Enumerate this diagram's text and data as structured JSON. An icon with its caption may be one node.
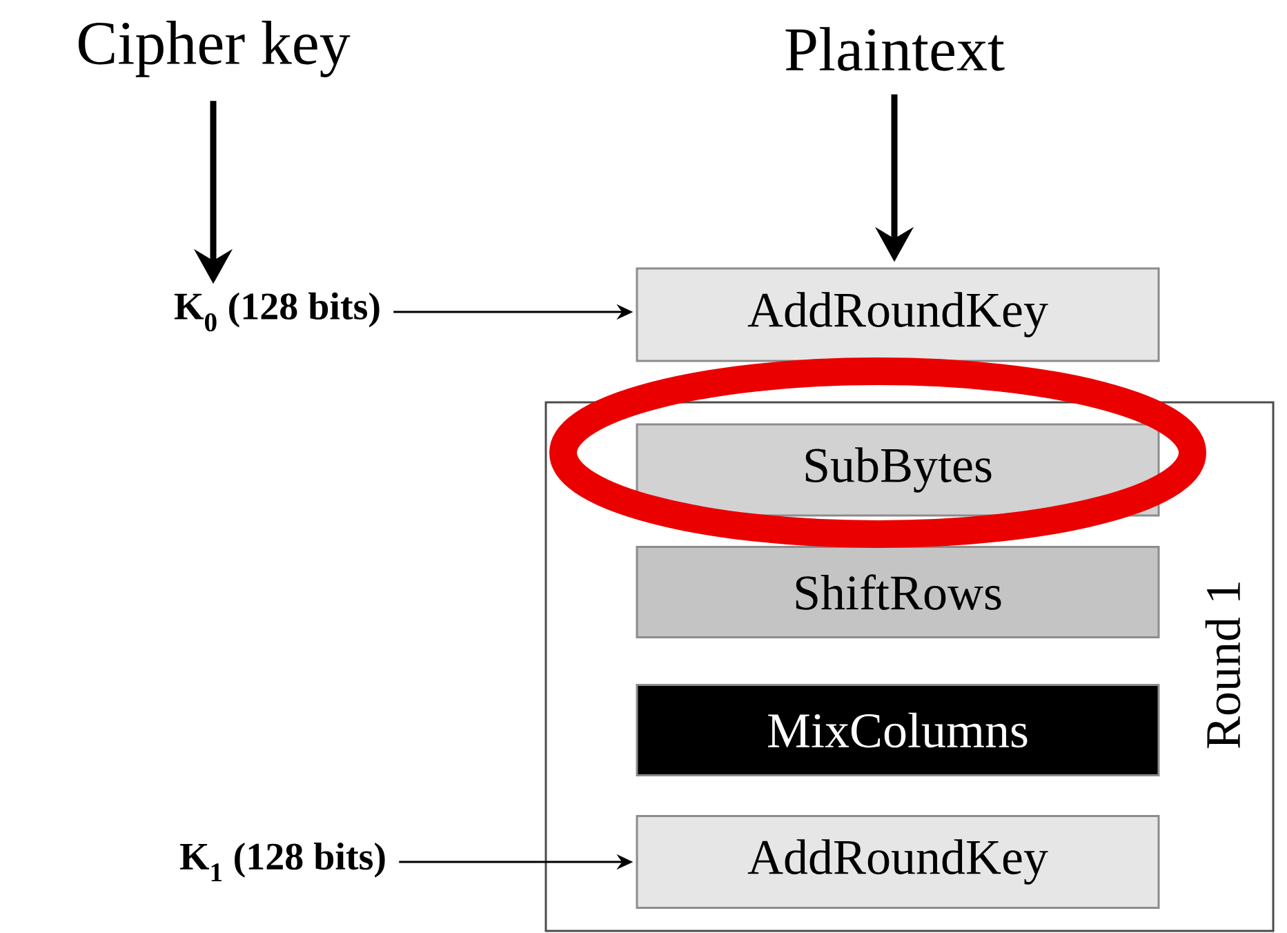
{
  "diagram": {
    "nodes": [
      {
        "text": [
          "Cipher key"
        ]
      },
      {
        "text": [
          "Plaintext"
        ]
      },
      {
        "text": [
          "**K$_{0}$ (128 bits)**"
        ]
      },
      {
        "text": [
          "AddRoundKey"
        ]
      },
      {
        "text": [
          "Round 1"
        ]
      },
      {
        "text": [
          "SubBytes"
        ],
        "in": 4
      },
      {
        "text": [
          "ShiftRows"
        ],
        "in": 4
      },
      {
        "text": [
          "MixColumns"
        ],
        "in": 4
      },
      {
        "text": [
          "**K$_{1}$ (128 bits)**"
        ]
      },
      {
        "text": [
          "AddRoundKey"
        ],
        "in": 4
      }
    ],
    "edges": [
      {
        "from": 0,
        "to": 2,
        "arrow": "to",
        "style": "thick"
      },
      {
        "from": 1,
        "to": 3,
        "arrow": "to",
        "style": "thick"
      },
      {
        "from": 2,
        "to": 3,
        "arrow": "to"
      },
      {
        "from": 8,
        "to": 9,
        "arrow": "to"
      }
    ]
  }
}
